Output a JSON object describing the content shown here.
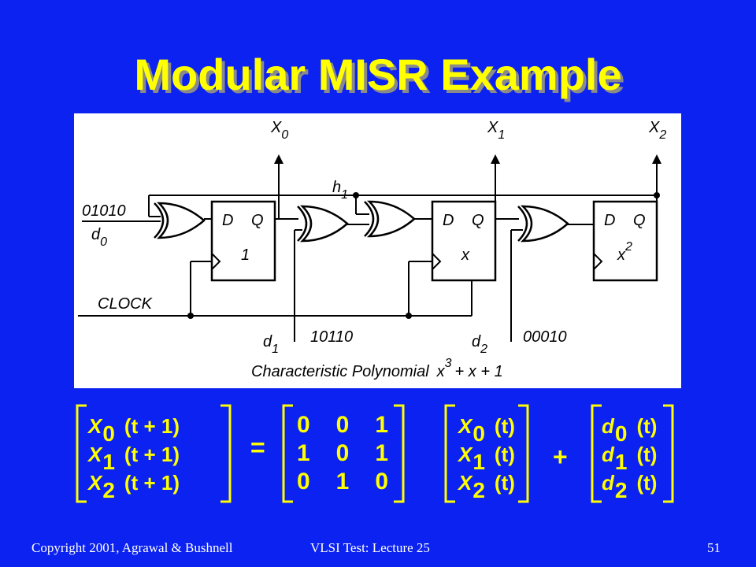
{
  "title": "Modular MISR Example",
  "diagram": {
    "inputs": {
      "d0_seq": "01010",
      "d0": "d",
      "d0_sub": "0",
      "clock": "CLOCK"
    },
    "outputs": [
      {
        "name": "X",
        "sub": "0"
      },
      {
        "name": "X",
        "sub": "1"
      },
      {
        "name": "X",
        "sub": "2"
      }
    ],
    "tap": {
      "name": "h",
      "sub": "1"
    },
    "flipflops": [
      {
        "d": "D",
        "q": "Q",
        "weight": "1",
        "weight_sup": ""
      },
      {
        "d": "D",
        "q": "Q",
        "weight": "x",
        "weight_sup": ""
      },
      {
        "d": "D",
        "q": "Q",
        "weight": "x",
        "weight_sup": "2"
      }
    ],
    "d1": {
      "name": "d",
      "sub": "1",
      "seq": "10110"
    },
    "d2": {
      "name": "d",
      "sub": "2",
      "seq": "00010"
    },
    "polynomial": {
      "label": "Characteristic  Polynomial",
      "term_base": "x",
      "term_exp": "3",
      "term_rest": "+ x + 1"
    }
  },
  "equation": {
    "lhs": [
      {
        "v": "X",
        "s": "0",
        "rest": "(t + 1)"
      },
      {
        "v": "X",
        "s": "1",
        "rest": "(t + 1)"
      },
      {
        "v": "X",
        "s": "2",
        "rest": "(t + 1)"
      }
    ],
    "equals": "=",
    "matrix": [
      "0   0   1",
      "1   0   1",
      "0   1   0"
    ],
    "state": [
      {
        "v": "X",
        "s": "0",
        "rest": "(t)"
      },
      {
        "v": "X",
        "s": "1",
        "rest": "(t)"
      },
      {
        "v": "X",
        "s": "2",
        "rest": "(t)"
      }
    ],
    "plus": "+",
    "data": [
      {
        "v": "d",
        "s": "0",
        "rest": "(t)"
      },
      {
        "v": "d",
        "s": "1",
        "rest": "(t)"
      },
      {
        "v": "d",
        "s": "2",
        "rest": "(t)"
      }
    ]
  },
  "footer": {
    "left": "Copyright 2001, Agrawal & Bushnell",
    "center": "VLSI Test: Lecture 25",
    "page": "51"
  }
}
